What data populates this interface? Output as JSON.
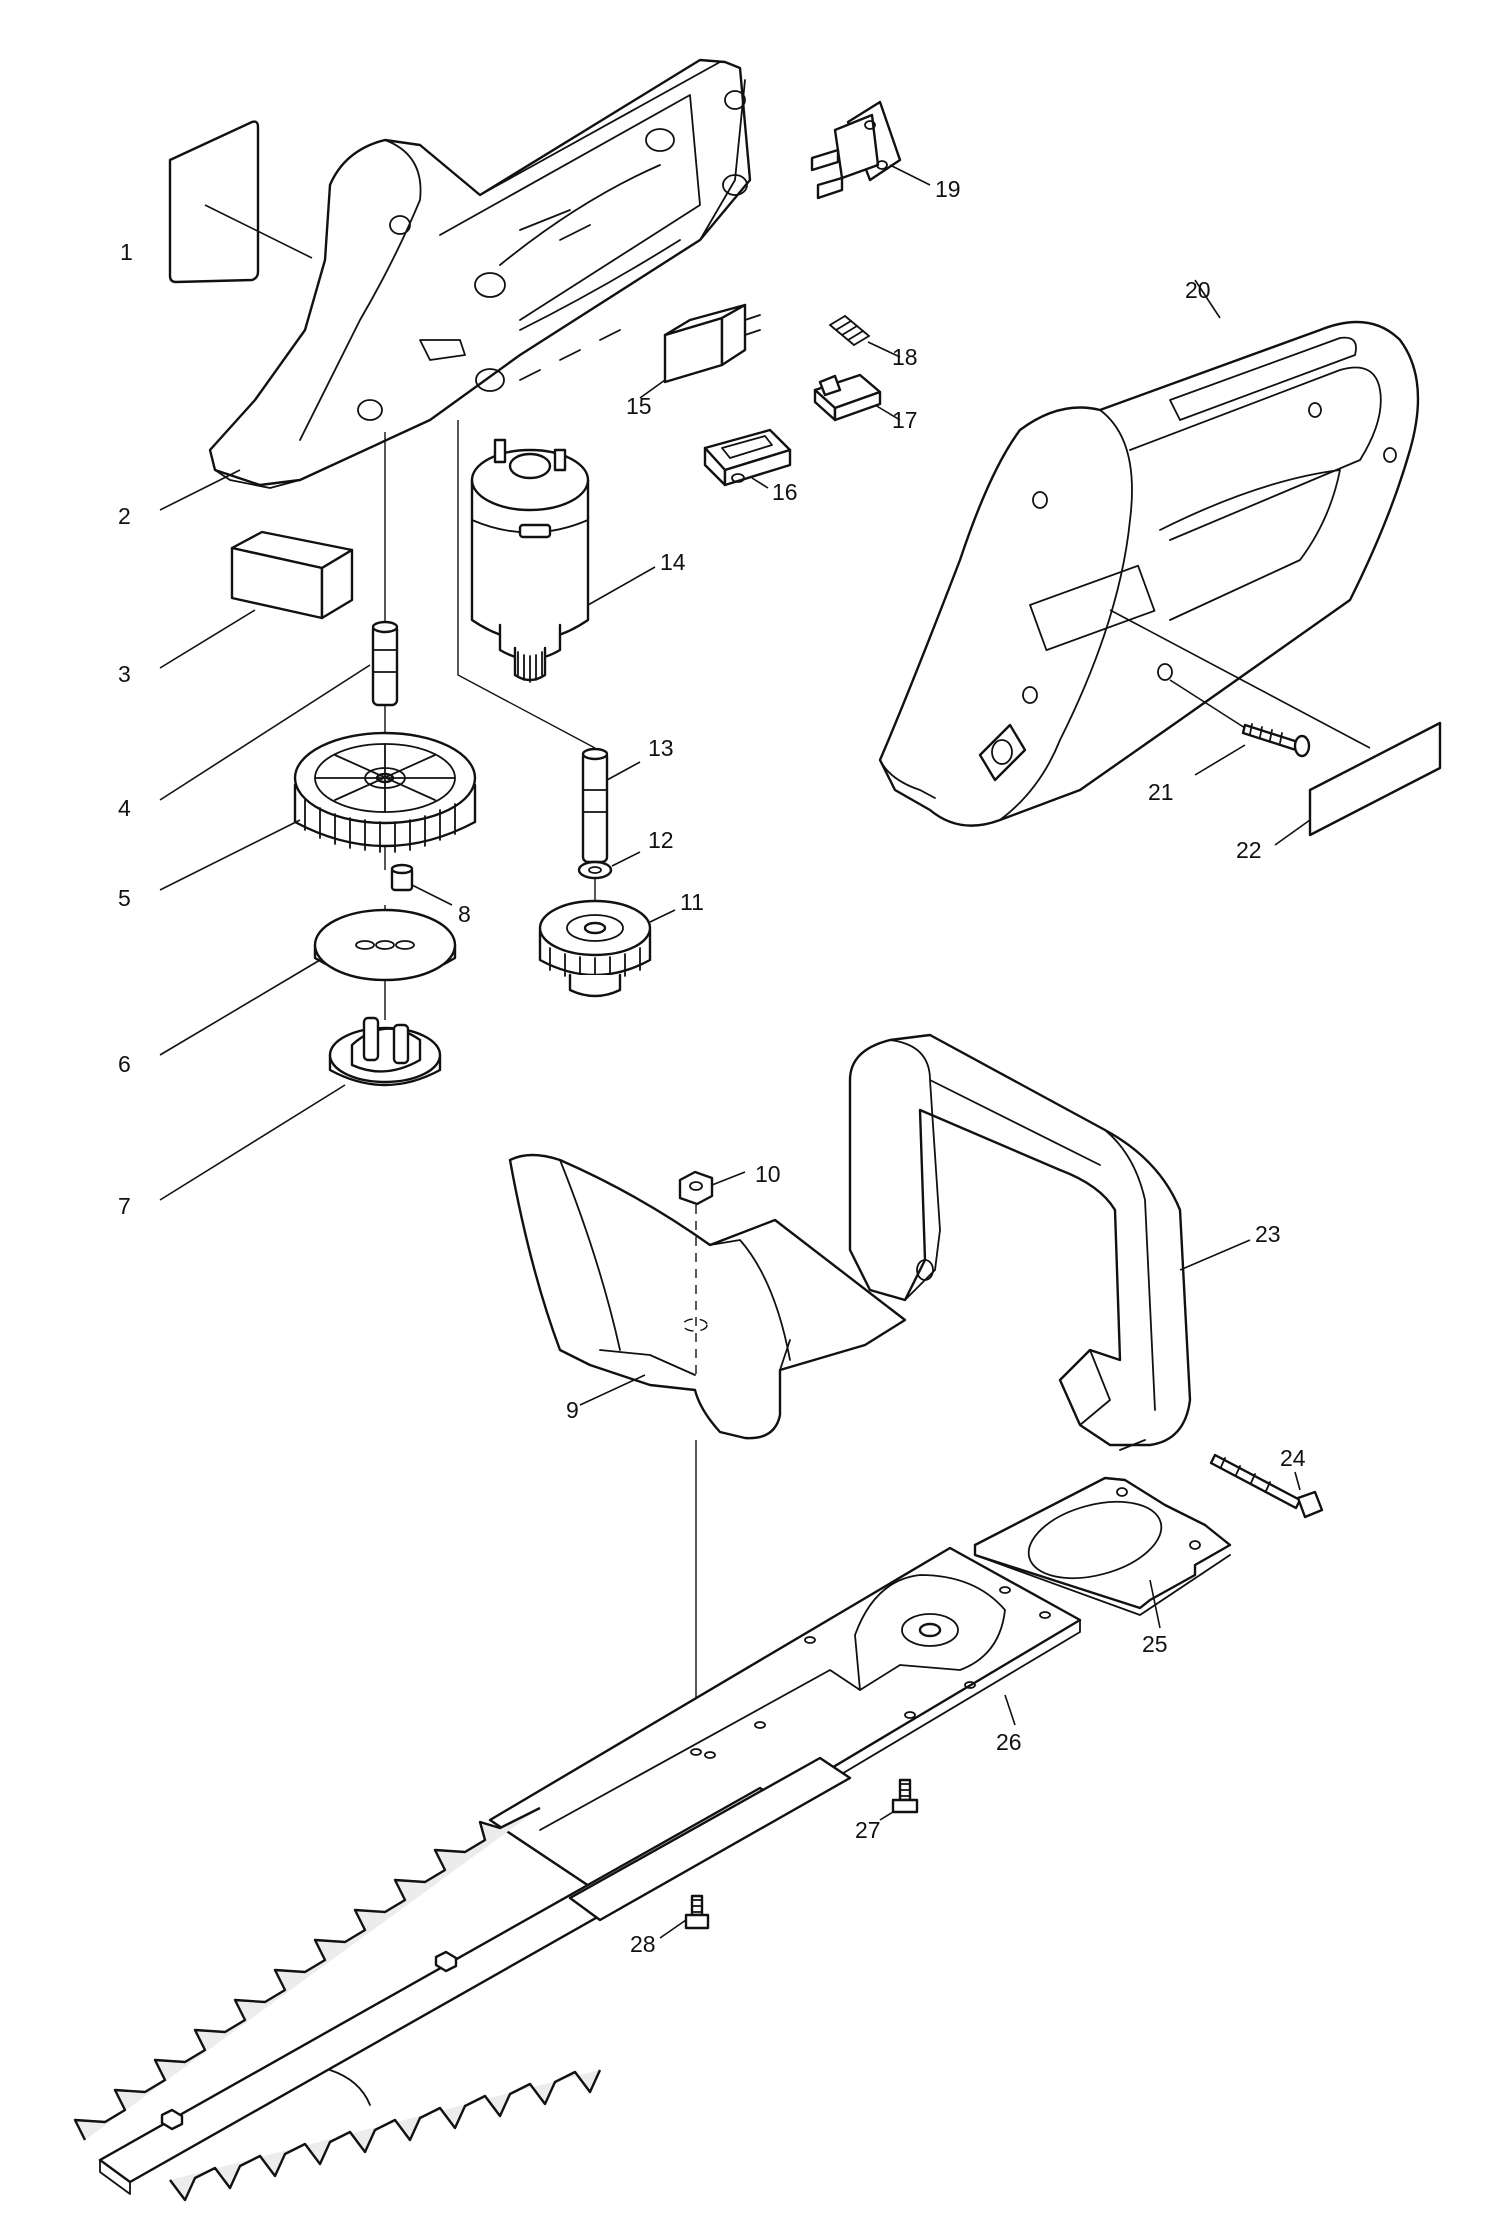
{
  "callouts": [
    {
      "id": "p1",
      "label": "1"
    },
    {
      "id": "p2",
      "label": "2"
    },
    {
      "id": "p3",
      "label": "3"
    },
    {
      "id": "p4",
      "label": "4"
    },
    {
      "id": "p5",
      "label": "5"
    },
    {
      "id": "p6",
      "label": "6"
    },
    {
      "id": "p7",
      "label": "7"
    },
    {
      "id": "p8",
      "label": "8"
    },
    {
      "id": "p9",
      "label": "9"
    },
    {
      "id": "p10",
      "label": "10"
    },
    {
      "id": "p11",
      "label": "11"
    },
    {
      "id": "p12",
      "label": "12"
    },
    {
      "id": "p13",
      "label": "13"
    },
    {
      "id": "p14",
      "label": "14"
    },
    {
      "id": "p15",
      "label": "15"
    },
    {
      "id": "p16",
      "label": "16"
    },
    {
      "id": "p17",
      "label": "17"
    },
    {
      "id": "p18",
      "label": "18"
    },
    {
      "id": "p19",
      "label": "19"
    },
    {
      "id": "p20",
      "label": "20"
    },
    {
      "id": "p21",
      "label": "21"
    },
    {
      "id": "p22",
      "label": "22"
    },
    {
      "id": "p23",
      "label": "23"
    },
    {
      "id": "p24",
      "label": "24"
    },
    {
      "id": "p25",
      "label": "25"
    },
    {
      "id": "p26",
      "label": "26"
    },
    {
      "id": "p27",
      "label": "27"
    },
    {
      "id": "p28",
      "label": "28"
    }
  ],
  "colors": {
    "line": "#111111",
    "background": "#ffffff",
    "shade": "#ececec"
  }
}
